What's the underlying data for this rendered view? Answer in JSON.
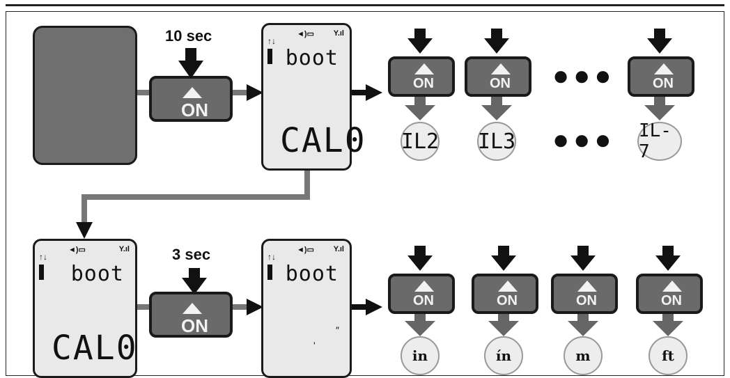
{
  "row1": {
    "hold_label": "10 sec",
    "on_label": "ON",
    "screen": {
      "word": "boot",
      "big": "CAL0",
      "speaker": "◄)▭",
      "signal": "Y.ıl",
      "updown": "↑↓"
    },
    "steps": [
      {
        "on": "ON",
        "value": "IL2"
      },
      {
        "on": "ON",
        "value": "IL3"
      },
      {
        "on": "ON",
        "value": "IL-7"
      }
    ],
    "ellipsis": "●●●"
  },
  "row2": {
    "hold_label": "3 sec",
    "on_label": "ON",
    "screen_left": {
      "word": "boot",
      "big": "CAL0",
      "speaker": "◄)▭",
      "signal": "Y.ıl",
      "updown": "↑↓"
    },
    "screen_right": {
      "word": "boot",
      "speaker": "◄)▭",
      "signal": "Y.ıl",
      "updown": "↑↓",
      "tick1": "″",
      "tick2": "'"
    },
    "steps": [
      {
        "on": "ON",
        "unit": "in"
      },
      {
        "on": "ON",
        "unit": "ín"
      },
      {
        "on": "ON",
        "unit": "m"
      },
      {
        "on": "ON",
        "unit": "ft"
      }
    ]
  }
}
